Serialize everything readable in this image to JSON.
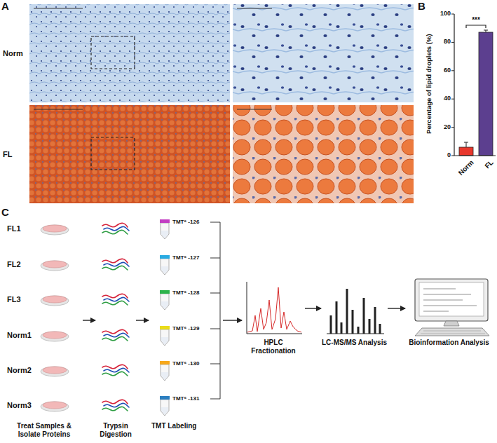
{
  "diagram": {
    "nodes": [
      {
        "text": [
          "Treat Samples & Isolate Proteins"
        ]
      },
      {
        "text": [
          "FL1"
        ],
        "in": 0
      },
      {
        "text": [
          "FL2"
        ],
        "in": 0
      },
      {
        "text": [
          "FL3"
        ],
        "in": 0
      },
      {
        "text": [
          "Norm1"
        ],
        "in": 0
      },
      {
        "text": [
          "Norm2"
        ],
        "in": 0
      },
      {
        "text": [
          "Norm3"
        ],
        "in": 0
      },
      {
        "text": [
          "Trypsin Digestion"
        ]
      },
      {
        "text": [
          "TMT Labeling"
        ]
      },
      {
        "text": [
          "TMT⁶ -126"
        ],
        "in": 8
      },
      {
        "text": [
          "TMT⁶ -127"
        ],
        "in": 8
      },
      {
        "text": [
          "TMT⁶ -128"
        ],
        "in": 8
      },
      {
        "text": [
          "TMT⁶ -129"
        ],
        "in": 8
      },
      {
        "text": [
          "TMT⁶ -130"
        ],
        "in": 8
      },
      {
        "text": [
          "TMT⁶ -131"
        ],
        "in": 8
      },
      {
        "text": [
          "HPLC Fractionation"
        ]
      },
      {
        "text": [
          "LC-MS/MS Analysis"
        ]
      },
      {
        "text": [
          "Bioinformation Analysis"
        ]
      }
    ],
    "edges": [
      {
        "from": 0,
        "to": 7,
        "arrow": "to"
      },
      {
        "from": 7,
        "to": 8,
        "arrow": "to"
      },
      {
        "from": 8,
        "to": 15,
        "arrow": "to"
      },
      {
        "from": 15,
        "to": 16,
        "arrow": "to"
      },
      {
        "from": 16,
        "to": 17,
        "arrow": "to"
      }
    ],
    "labels": [
      "A",
      "Norm",
      "FL",
      "B",
      "Percentage of lipid droplets (%)",
      "100",
      "80",
      "60",
      "40",
      "20",
      "0",
      "***",
      "Norm",
      "FL",
      "C"
    ]
  }
}
